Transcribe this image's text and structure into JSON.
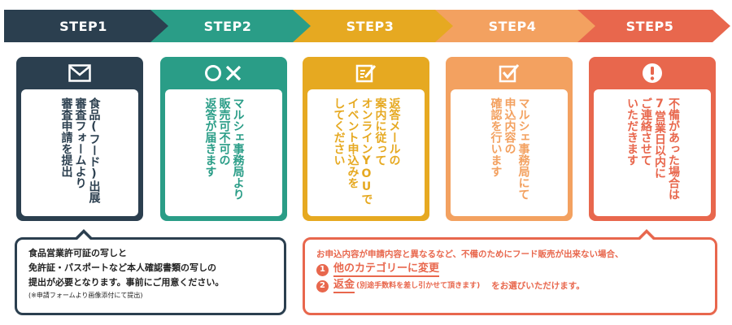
{
  "colors": {
    "step1": "#2b3f4f",
    "step2": "#2a9d87",
    "step3": "#e6a921",
    "step4": "#f3a160",
    "step5": "#e8674d"
  },
  "steps": [
    {
      "label": "STEP1",
      "icon": "envelope-icon",
      "text": "食品(フード)出展\n審査フォームより\n審査申請を提出"
    },
    {
      "label": "STEP2",
      "icon": "circle-cross-icon",
      "text": "マルシェ事務局より\n販売可不可の\n返答が届きます"
    },
    {
      "label": "STEP3",
      "icon": "edit-icon",
      "text": "返答メールの\n案内に従って\nオンラインYOUで\nイベント申込みを\nしてください"
    },
    {
      "label": "STEP4",
      "icon": "checkbox-icon",
      "text": "マルシェ事務局にて\n申込内容の\n確認を行います"
    },
    {
      "label": "STEP5",
      "icon": "exclamation-icon",
      "text": "不備があった場合は\n7営業日以内に\nご連絡させて\nいただきます"
    }
  ],
  "note_left": {
    "line1": "食品営業許可証の写しと",
    "line2": "免許証・パスポートなど本人確認書類の写しの",
    "line3": "提出が必要となります。事前にご用意ください。",
    "note": "(※申請フォームより画像添付にて提出)"
  },
  "note_right": {
    "intro": "お申込内容が申請内容と異なるなど、不備のためにフード販売が出来ない場合、",
    "options": [
      {
        "num": "1",
        "main": "他のカテゴリーに変更",
        "sub": "",
        "tail": ""
      },
      {
        "num": "2",
        "main": "返金",
        "sub": "(別途手数料を差し引かせて頂きます)",
        "tail": "をお選びいただけます。"
      }
    ]
  }
}
